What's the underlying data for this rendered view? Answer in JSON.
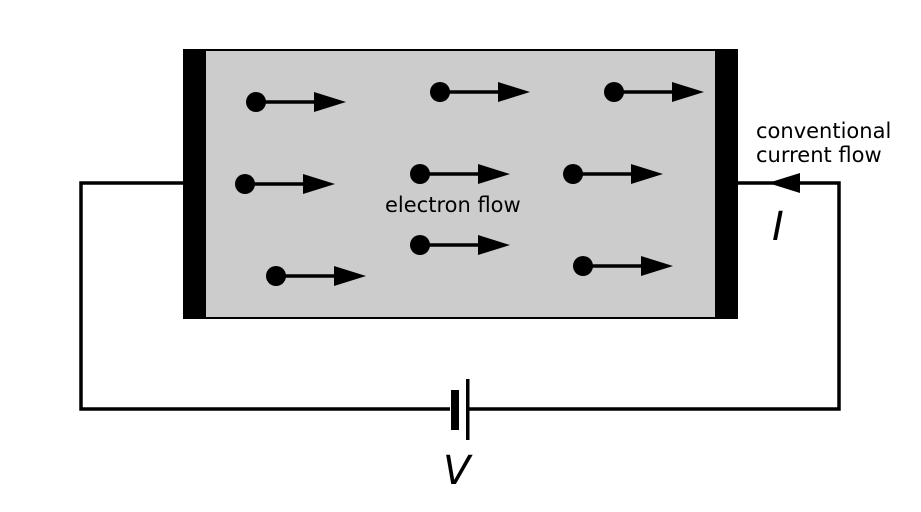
{
  "diagram": {
    "title": "Electric current in a conductor",
    "colors": {
      "conductor_fill": "#cccccc",
      "electrode": "#000000",
      "wire": "#000000",
      "background": "#ffffff"
    },
    "labels": {
      "electron_flow": "electron flow",
      "conventional_line1": "conventional",
      "conventional_line2": "current flow",
      "current_symbol": "I",
      "voltage_symbol": "V"
    },
    "electrons": {
      "count": 9,
      "direction": "right",
      "arrow_label": "electron-arrow"
    },
    "conventional_current": {
      "direction": "left"
    },
    "battery": {
      "symbol": "cell"
    }
  }
}
